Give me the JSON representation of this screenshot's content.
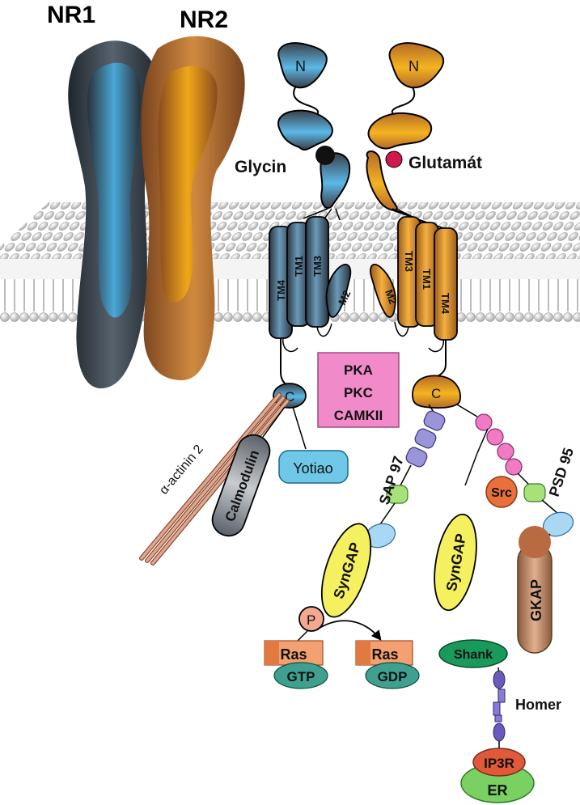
{
  "subunits": {
    "nr1": "NR1",
    "nr2": "NR2"
  },
  "domains": {
    "n_left": "N",
    "n_right": "N",
    "c_left": "C",
    "c_right": "C"
  },
  "ligands": {
    "glycine": "Glycin",
    "glutamate": "Glutamát"
  },
  "tm_left": [
    "TM4",
    "TM1",
    "TM3",
    "M2"
  ],
  "tm_right": [
    "M2",
    "TM3",
    "TM1",
    "TM4"
  ],
  "kinases": [
    "PKA",
    "PKC",
    "CAMKII"
  ],
  "proteins": {
    "alpha_actinin": "α-actinin 2",
    "calmodulin": "Calmodulin",
    "yotiao": "Yotiao",
    "sap97": "SAP 97",
    "psd95": "PSD 95",
    "syngap_left": "SynGAP",
    "syngap_right": "SynGAP",
    "src": "Src",
    "gkap": "GKAP",
    "phospho": "P",
    "ras_gtp": "Ras",
    "ras_gdp": "Ras",
    "gtp": "GTP",
    "gdp": "GDP",
    "shank": "Shank",
    "homer": "Homer",
    "ip3r": "IP3R",
    "er": "ER"
  },
  "colors": {
    "nr1_blue": "#4aa8d8",
    "nr1_dark": "#3c4650",
    "nr2_orange": "#e8a11a",
    "nr2_brown": "#a0602a",
    "glycine_dot": "#111111",
    "glutamate_dot": "#d0184c",
    "kinase_box": "#f08ac8",
    "sap97_beads": "#9a94d8",
    "psd95_beads": "#f07ac4",
    "pdz_green": "#a8e07a",
    "sh3_blue": "#a8d8f4",
    "syngap_yellow": "#f4f060",
    "shank_green": "#1a9a5a",
    "ip3r_red": "#e05a3a",
    "er_green": "#7ad060"
  }
}
